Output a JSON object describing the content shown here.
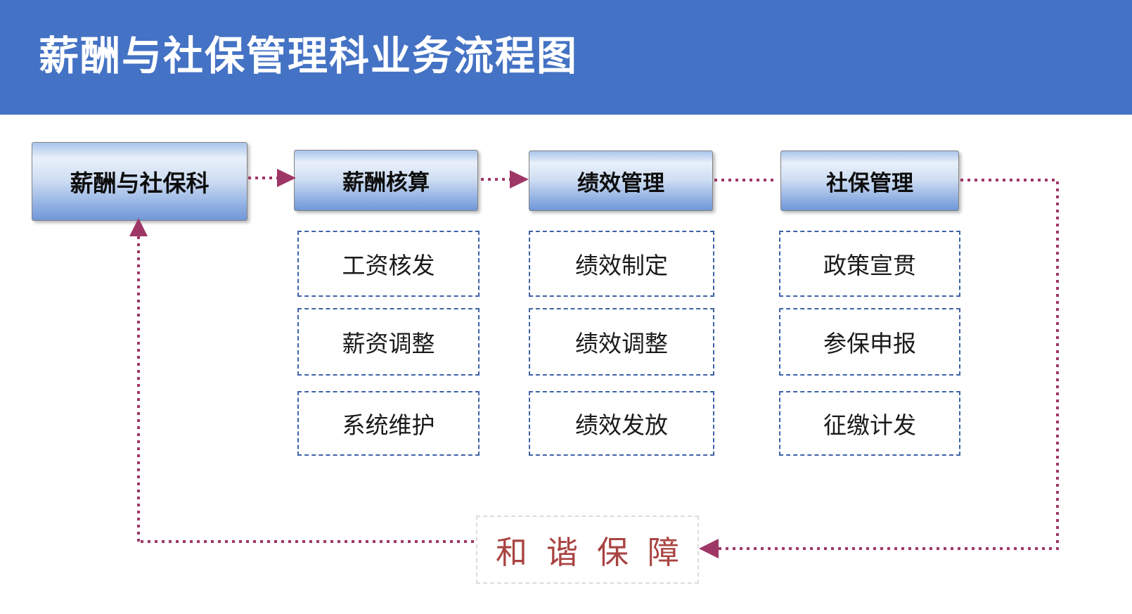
{
  "title": "薪酬与社保管理科业务流程图",
  "flow": {
    "root": {
      "label": "薪酬与社保科"
    },
    "columns": [
      {
        "header": "薪酬核算",
        "items": [
          "工资核发",
          "薪资调整",
          "系统维护"
        ]
      },
      {
        "header": "绩效管理",
        "items": [
          "绩效制定",
          "绩效调整",
          "绩效发放"
        ]
      },
      {
        "header": "社保管理",
        "items": [
          "政策宣贯",
          "参保申报",
          "征缴计发"
        ]
      }
    ],
    "footer": {
      "label": "和谐保障"
    }
  },
  "colors": {
    "banner_blue": "#4472c4",
    "node_gradient_top": "#a9c5ec",
    "node_gradient_bottom": "#7097d8",
    "node_border_gray": "#828282",
    "sub_box_dash_blue": "#3f62a8",
    "connector_maroon": "#9e3766",
    "footer_text_red": "#a94442",
    "footer_dash_gray": "#dcdcdc"
  }
}
